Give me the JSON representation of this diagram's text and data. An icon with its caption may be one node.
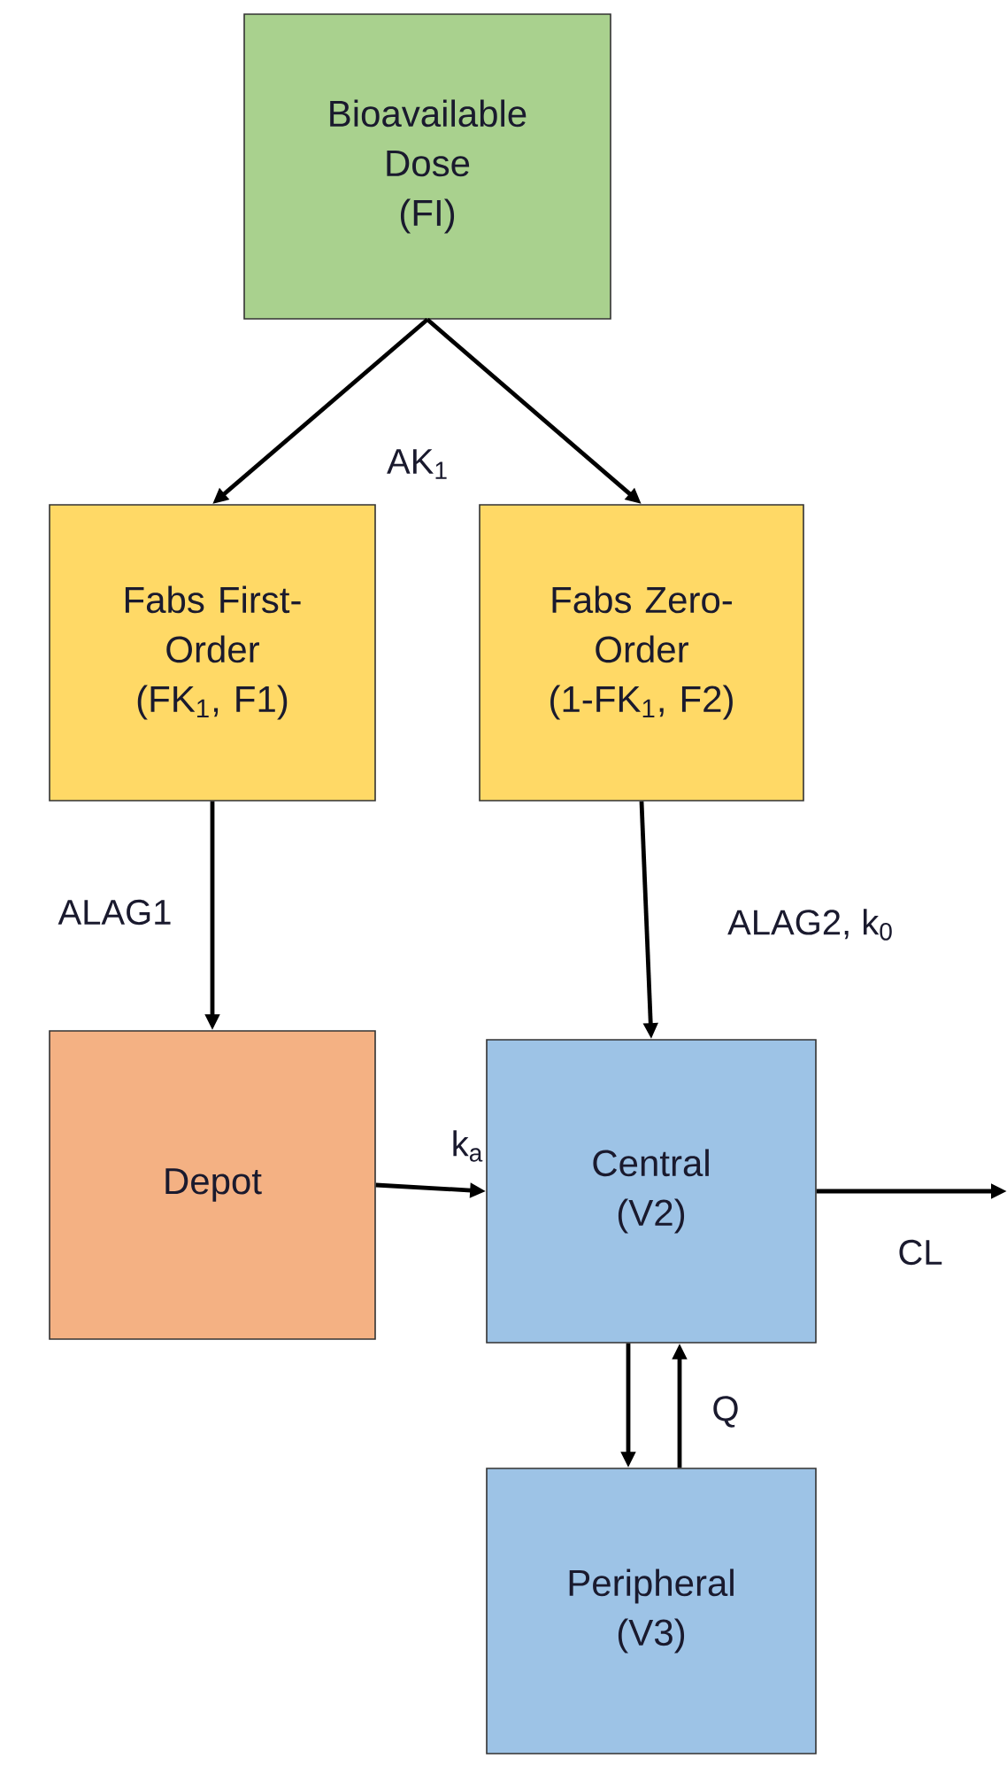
{
  "diagram": {
    "nodes": [
      {
        "text": [
          "Bioavailable Dose",
          "(FI)"
        ]
      },
      {
        "text": [
          "Fabs First-Order",
          "(FK$_{1}$, F1)"
        ]
      },
      {
        "text": [
          "Fabs Zero-Order",
          "(1-FK$_{1}$, F2)"
        ]
      },
      {
        "text": [
          "Depot"
        ]
      },
      {
        "text": [
          "Central",
          "(V2)"
        ]
      },
      {
        "text": [
          "Peripheral",
          "(V3)"
        ]
      }
    ],
    "edges": [
      {
        "from": 0,
        "to": 1,
        "arrow": "to",
        "label": "AK$_{1}$"
      },
      {
        "from": 0,
        "to": 2,
        "arrow": "to"
      },
      {
        "from": 1,
        "to": 3,
        "arrow": "to",
        "label": "ALAG1"
      },
      {
        "from": 2,
        "to": 4,
        "arrow": "to",
        "label": "ALAG2, k$_{0}$"
      },
      {
        "from": 3,
        "to": 4,
        "arrow": "to",
        "label": "k$_{a}$"
      },
      {
        "from": 4,
        "to": null,
        "arrow": "to",
        "label": "CL"
      },
      {
        "from": 4,
        "to": 5,
        "arrow": "to"
      },
      {
        "from": 5,
        "to": 4,
        "arrow": "to",
        "label": "Q"
      }
    ]
  }
}
